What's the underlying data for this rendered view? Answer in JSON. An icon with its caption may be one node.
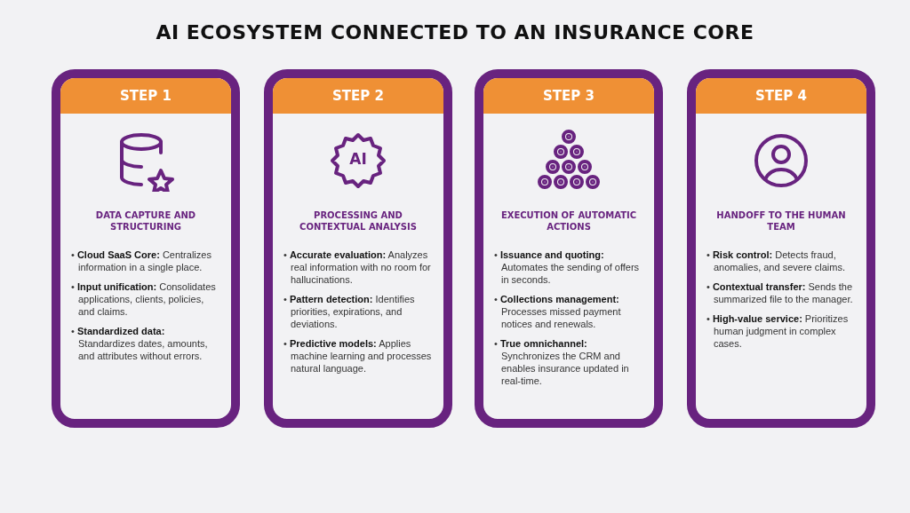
{
  "diagram": {
    "title": "AI ECOSYSTEM CONNECTED TO AN INSURANCE CORE",
    "nodes": [
      {
        "text": [
          "STEP 1",
          "DATA CAPTURE AND STRUCTURING",
          "• **Cloud SaaS Core:** Centralizes information in a single place.",
          "• **Input unification:** Consolidates applications, clients, policies, and claims.",
          "• **Standardized data:** Standardizes dates, amounts, and attributes without errors."
        ]
      },
      {
        "text": [
          "STEP 2",
          "PROCESSING AND CONTEXTUAL ANALYSIS",
          "• **Accurate evaluation:** Analyzes real information with no room for hallucinations.",
          "• **Pattern detection:** Identifies priorities, expirations, and deviations.",
          "• **Predictive models:** Applies machine learning and processes natural language."
        ]
      },
      {
        "text": [
          "STEP 3",
          "EXECUTION OF AUTOMATIC ACTIONS",
          "• **Issuance and quoting:** Automates the sending of offers in seconds.",
          "• **Collections management:** Processes missed payment notices and renewals.",
          "• **True omnichannel:** Synchronizes the CRM and enables insurance updated in real-time."
        ]
      },
      {
        "text": [
          "STEP 4",
          "HANDOFF TO THE HUMAN TEAM",
          "• **Risk control:** Detects fraud, anomalies, and severe claims.",
          "• **Contextual transfer:** Sends the summarized file to the manager.",
          "• **High-value service:** Prioritizes human judgment in complex cases."
        ]
      }
    ],
    "labels": [
      "AI"
    ]
  }
}
